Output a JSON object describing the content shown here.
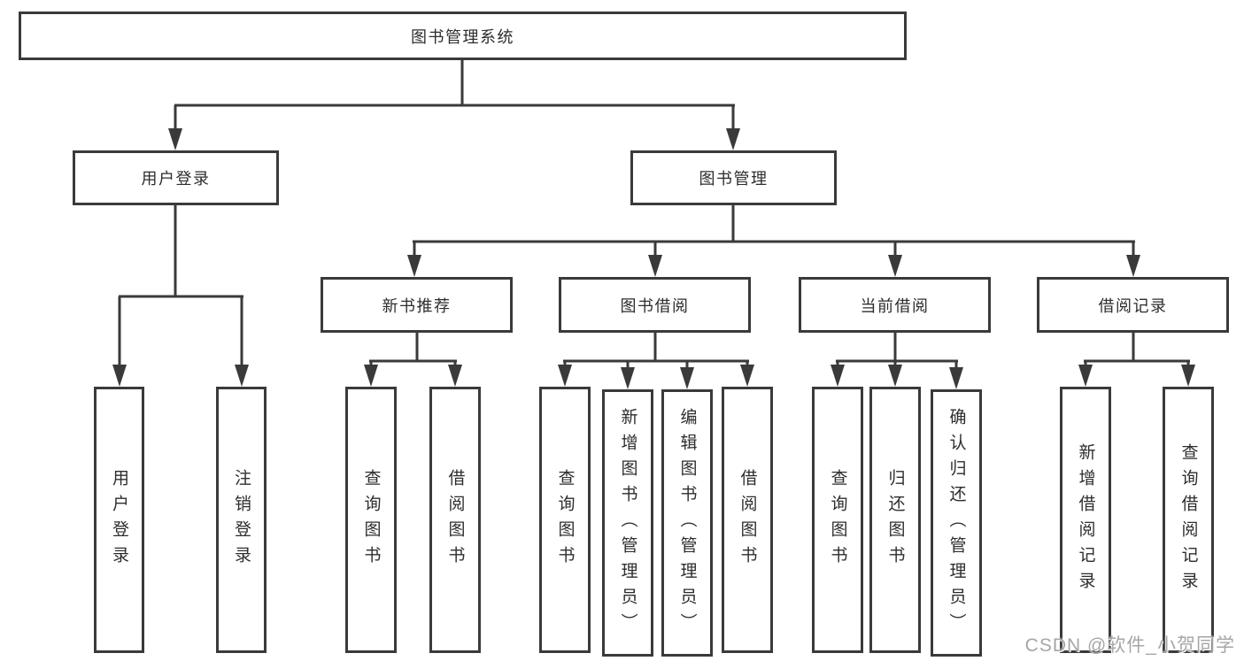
{
  "tree": {
    "label": "图书管理系统",
    "children": [
      {
        "label": "用户登录",
        "children": [
          {
            "label": "用户登录"
          },
          {
            "label": "注销登录"
          }
        ]
      },
      {
        "label": "图书管理",
        "children": [
          {
            "label": "新书推荐",
            "children": [
              {
                "label": "查询图书"
              },
              {
                "label": "借阅图书"
              }
            ]
          },
          {
            "label": "图书借阅",
            "children": [
              {
                "label": "查询图书"
              },
              {
                "label": "新增图书（管理员）"
              },
              {
                "label": "编辑图书（管理员）"
              },
              {
                "label": "借阅图书"
              }
            ]
          },
          {
            "label": "当前借阅",
            "children": [
              {
                "label": "查询图书"
              },
              {
                "label": "归还图书"
              },
              {
                "label": "确认归还（管理员）"
              }
            ]
          },
          {
            "label": "借阅记录",
            "children": [
              {
                "label": "新增借阅记录"
              },
              {
                "label": "查询借阅记录"
              }
            ]
          }
        ]
      }
    ]
  },
  "watermark": "CSDN @软件_小贺同学",
  "colors": {
    "line": "#3a3a3a",
    "border": "#3a3a3a",
    "text": "#2d2d2d",
    "background": "#ffffff",
    "watermark": "#9e9e9e"
  }
}
